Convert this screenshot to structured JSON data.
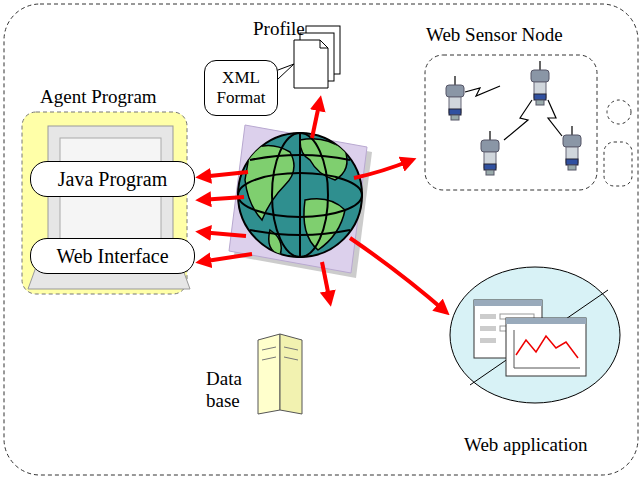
{
  "diagram": {
    "nodes": [
      {
        "text": [
          "Agent Program"
        ]
      },
      {
        "text": [
          "Java Program"
        ],
        "in": 0
      },
      {
        "text": [
          "Web Interface"
        ],
        "in": 0
      },
      {
        "text": [
          "Profile"
        ]
      },
      {
        "text": [
          "XML Format"
        ]
      },
      {
        "text": [
          "Web Sensor Node"
        ]
      },
      {
        "text": [
          "Data base"
        ]
      },
      {
        "text": [
          "Web application"
        ]
      }
    ]
  }
}
